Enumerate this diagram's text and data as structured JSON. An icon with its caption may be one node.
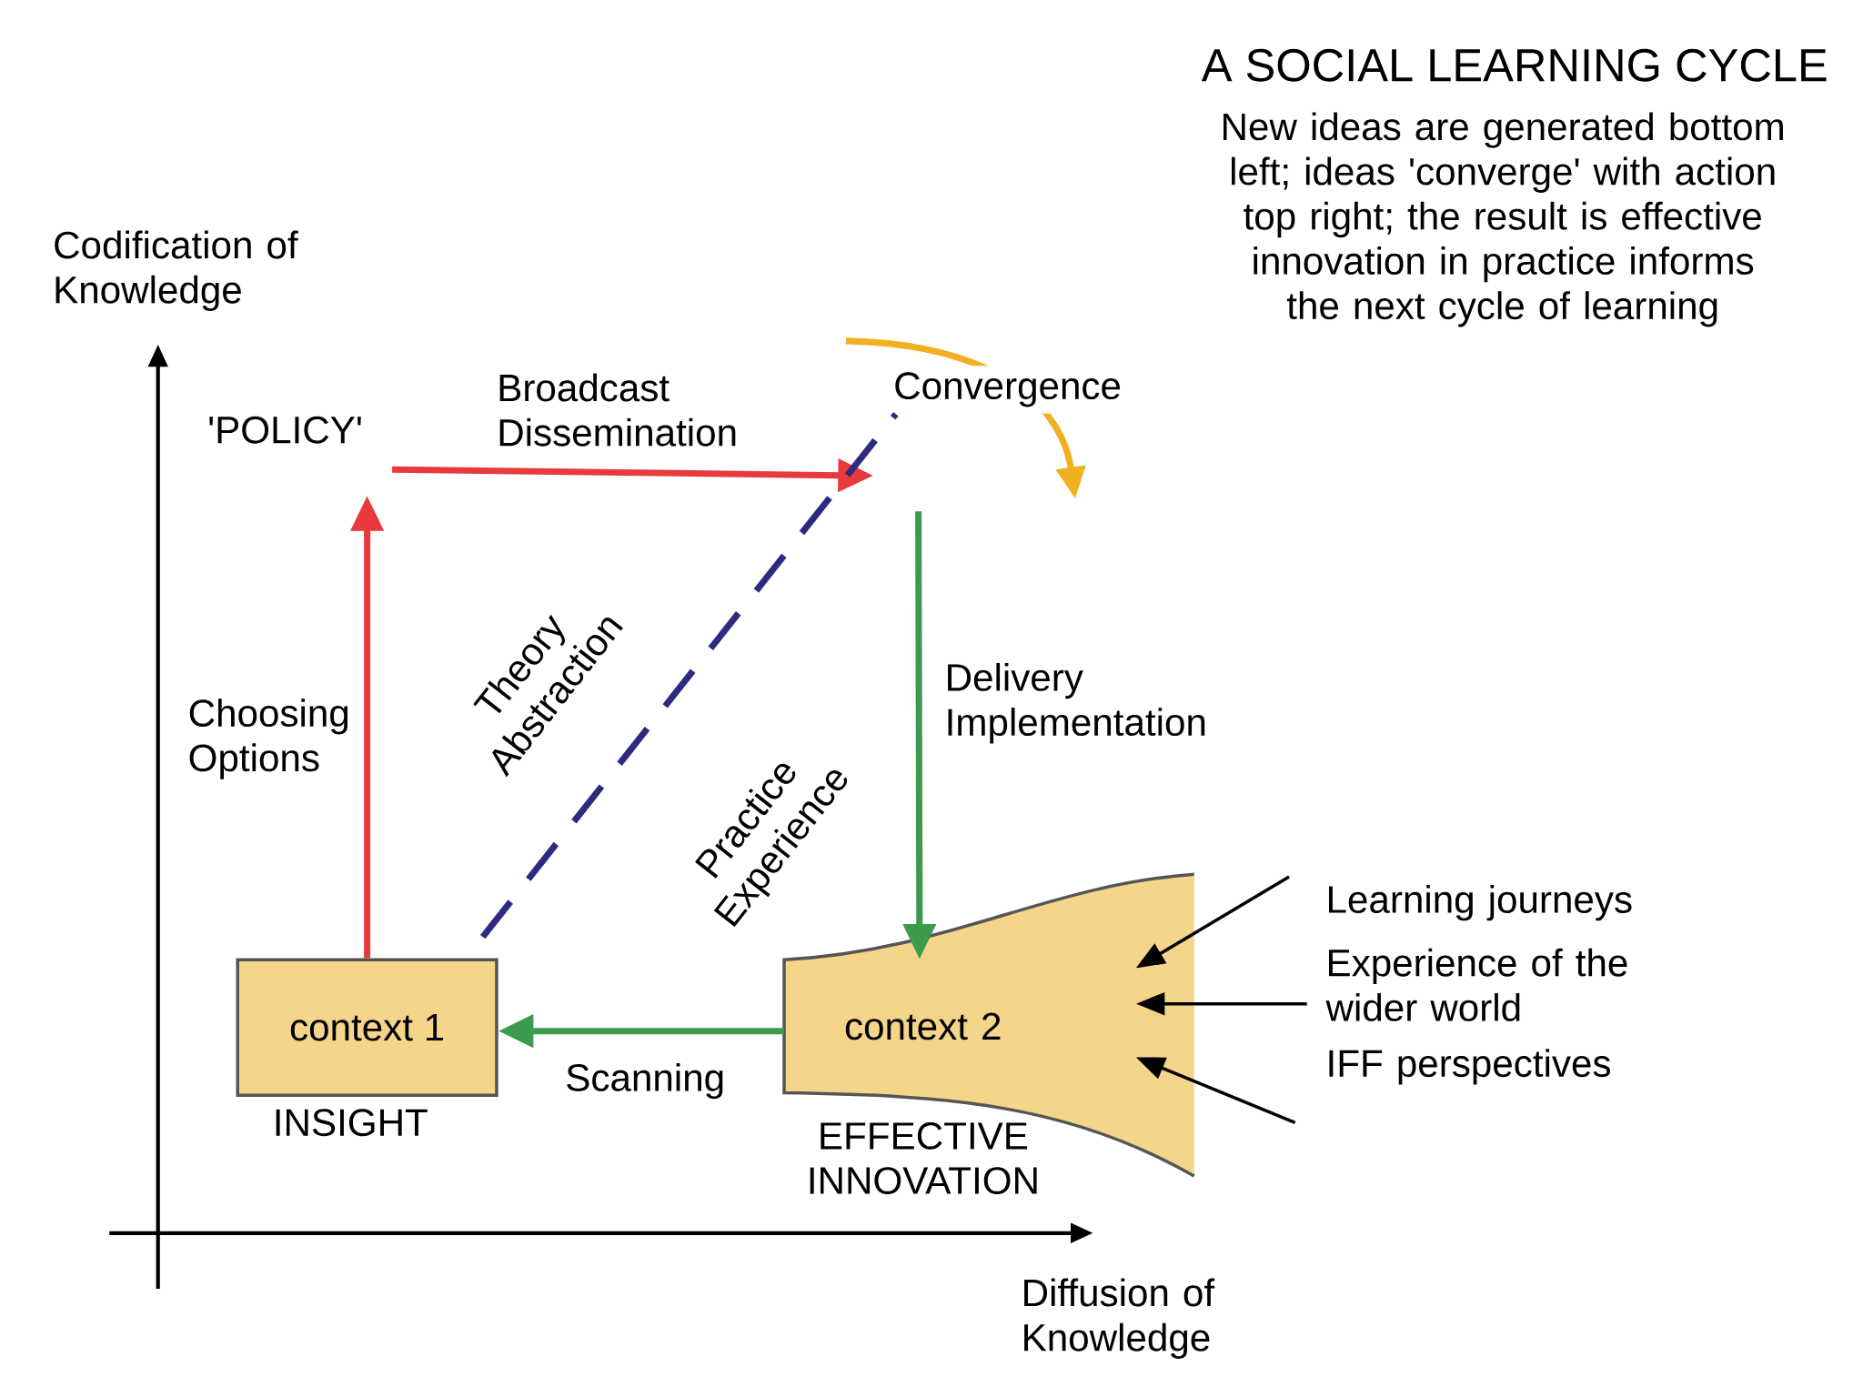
{
  "diagram": {
    "title": "A SOCIAL LEARNING CYCLE",
    "caption": "New ideas are generated bottom left; ideas 'converge' with action top right; the result is effective innovation in practice informs the next cycle of learning",
    "nodes": [
      {
        "text": [
          "'POLICY'"
        ]
      },
      {
        "text": [
          "Convergence"
        ]
      },
      {
        "text": [
          "context 1"
        ],
        "beside": [
          "INSIGHT"
        ]
      },
      {
        "text": [
          "context 2"
        ],
        "beside": [
          "EFFECTIVE INNOVATION"
        ]
      },
      {
        "text": [
          "Learning journeys"
        ]
      },
      {
        "text": [
          "Experience of the wider world"
        ]
      },
      {
        "text": [
          "IFF perspectives"
        ]
      }
    ],
    "edges": [
      {
        "from": 2,
        "to": 0,
        "arrow": "to",
        "label": "Choosing Options",
        "color": "#e8393b"
      },
      {
        "from": 0,
        "to": 1,
        "arrow": "to",
        "label": "Broadcast Dissemination",
        "color": "#e8393b"
      },
      {
        "from": 1,
        "to": 3,
        "arrow": "to",
        "label": "Delivery Implementation",
        "color": "#3b9a4c"
      },
      {
        "from": 3,
        "to": 2,
        "arrow": "to",
        "label": "Scanning",
        "color": "#3b9a4c"
      },
      {
        "from": 2,
        "to": 1,
        "arrow": "none",
        "style": "dashed",
        "color": "#2b2b80"
      },
      {
        "from": 4,
        "to": 3,
        "arrow": "to"
      },
      {
        "from": 5,
        "to": 3,
        "arrow": "to"
      },
      {
        "from": 6,
        "to": 3,
        "arrow": "to"
      }
    ],
    "labels": [
      "Codification of Knowledge",
      "Diffusion of Knowledge",
      "Theory Abstraction",
      "Practice Experience"
    ]
  }
}
